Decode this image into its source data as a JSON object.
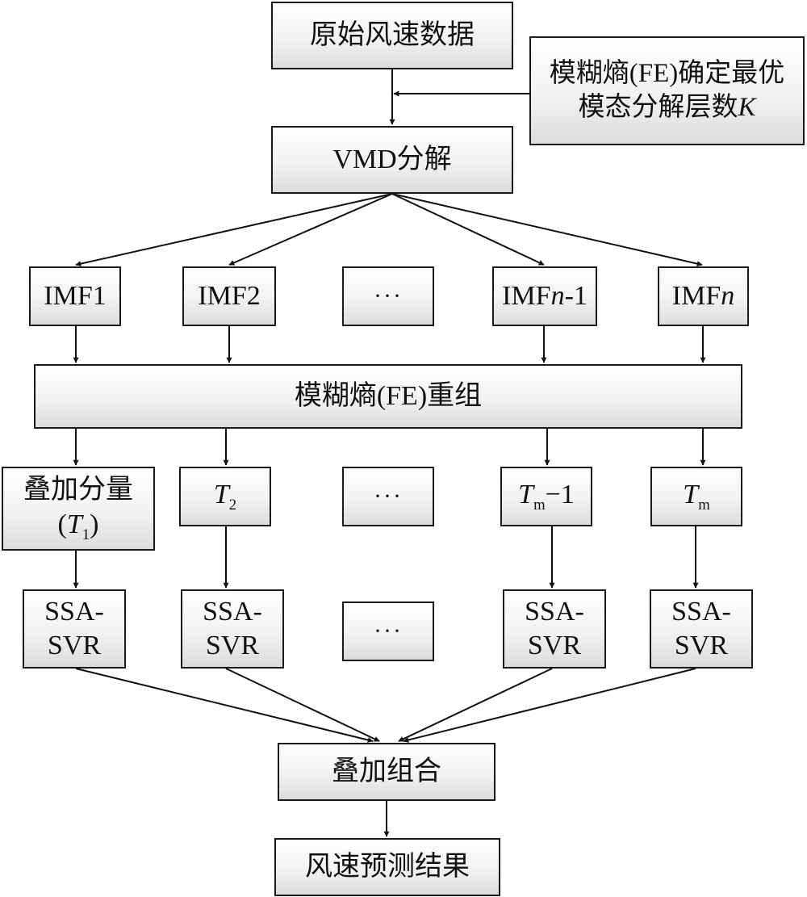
{
  "diagram": {
    "raw_data": "原始风速数据",
    "fe_optimal": {
      "line1": "模糊熵(FE)确定最优",
      "line2_prefix": "模态分解层数",
      "line2_var": "K"
    },
    "vmd": "VMD分解",
    "imf": {
      "imf1": "IMF1",
      "imf2": "IMF2",
      "dots": "···",
      "imfn1_prefix": "IMF",
      "imfn1_var": "n",
      "imfn1_suffix": "-1",
      "imfn_prefix": "IMF",
      "imfn_var": "n"
    },
    "fe_regroup": "模糊熵(FE)重组",
    "components": {
      "t1_line1": "叠加分量",
      "t1_open": "(",
      "t1_var": "T",
      "t1_sub": "1",
      "t1_close": ")",
      "t2_var": "T",
      "t2_sub": "2",
      "dots": "···",
      "tm1_var": "T",
      "tm1_sub": "m",
      "tm1_suffix": "−1",
      "tm_var": "T",
      "tm_sub": "m"
    },
    "models": {
      "line1": "SSA-",
      "line2": "SVR",
      "dots": "···"
    },
    "combine": "叠加组合",
    "result": "风速预测结果"
  }
}
